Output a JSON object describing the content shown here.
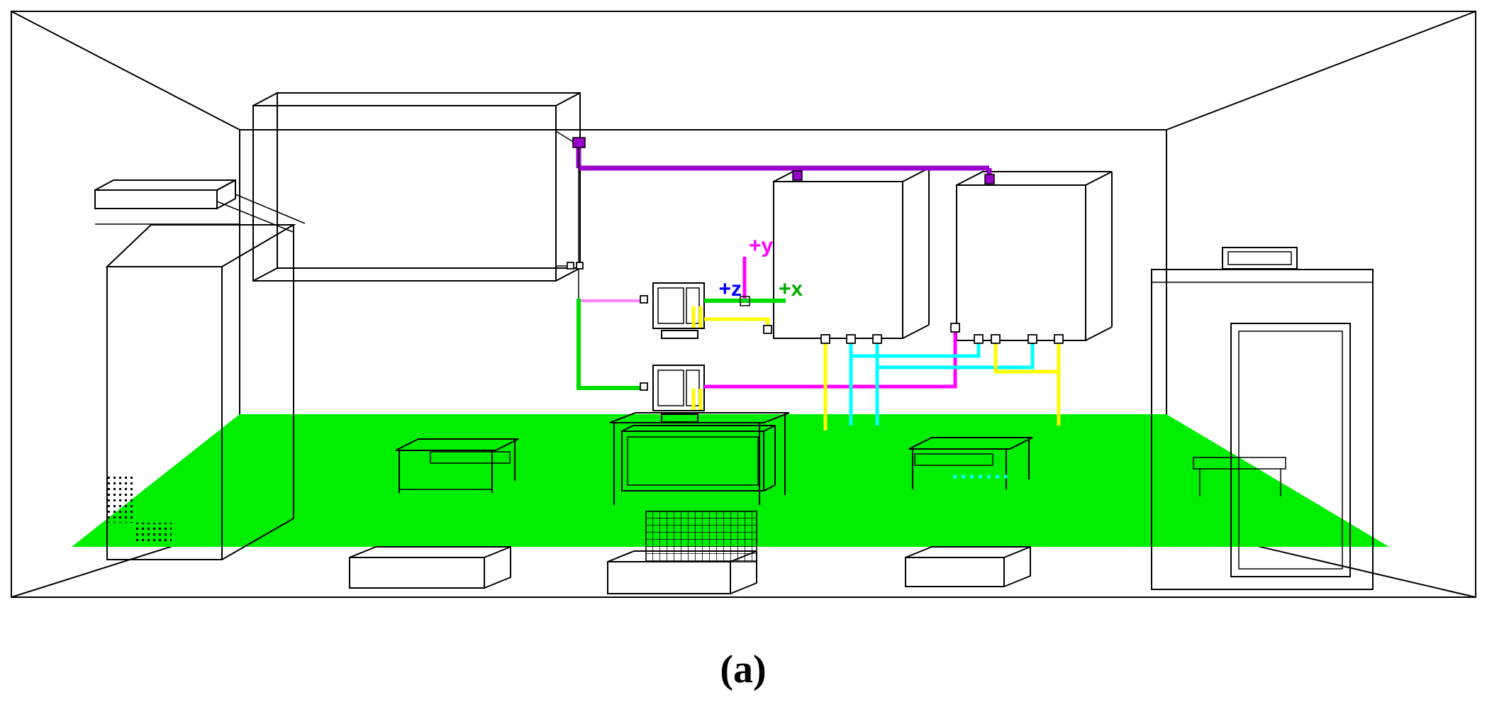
{
  "figure": {
    "caption": "(a)",
    "axis_labels": {
      "y": "+y",
      "z": "+z",
      "x": "+x"
    },
    "colors": {
      "background": "#ffffff",
      "line_black": "#000000",
      "floor_green": "#00ee00",
      "wire_green": "#00dd00",
      "wire_yellow": "#ffff00",
      "wire_cyan": "#00ffff",
      "wire_magenta": "#ff00ff",
      "wire_pink": "#ff80ff",
      "wire_purple": "#9900cc",
      "label_blue": "#0000ff",
      "label_green": "#00aa00",
      "label_magenta": "#ff00ff"
    }
  }
}
